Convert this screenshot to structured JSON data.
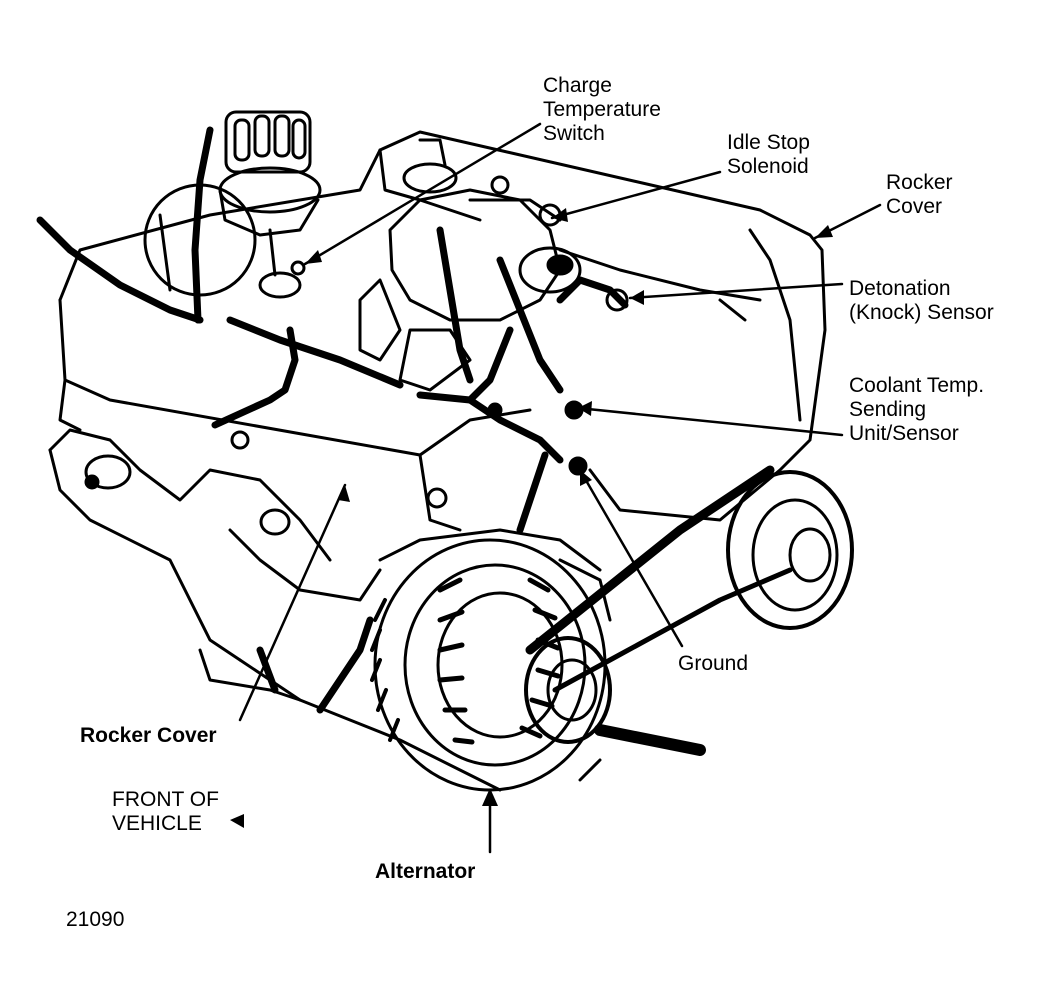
{
  "labels": {
    "charge_temp_switch": [
      "Charge",
      "Temperature",
      "Switch"
    ],
    "idle_stop_solenoid": [
      "Idle Stop",
      "Solenoid"
    ],
    "rocker_cover_right": [
      "Rocker",
      "Cover"
    ],
    "detonation_sensor": [
      "Detonation",
      "(Knock) Sensor"
    ],
    "coolant_temp_sensor": [
      "Coolant Temp.",
      "Sending",
      "Unit/Sensor"
    ],
    "ground": "Ground",
    "rocker_cover_left": "Rocker Cover",
    "front_of_vehicle": [
      "FRONT OF",
      "VEHICLE"
    ],
    "alternator": "Alternator",
    "figure_number": "21090"
  }
}
